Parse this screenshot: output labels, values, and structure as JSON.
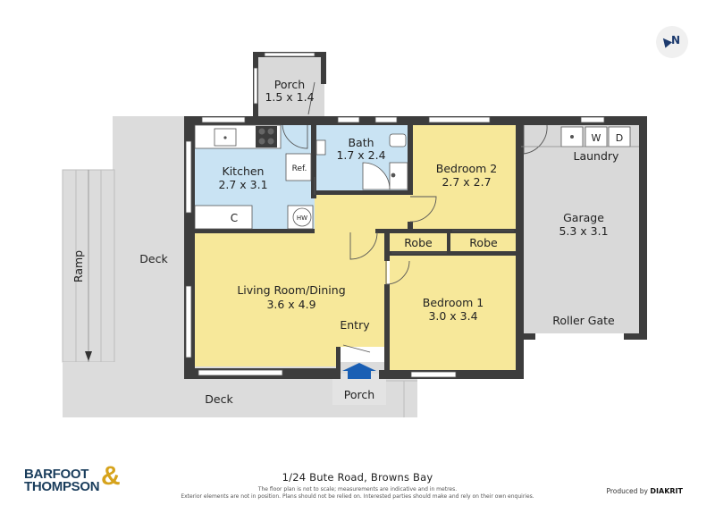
{
  "rooms": {
    "porch_top": {
      "name": "Porch",
      "dim": "1.5 x 1.4"
    },
    "bath": {
      "name": "Bath",
      "dim": "1.7 x 2.4"
    },
    "kitchen": {
      "name": "Kitchen",
      "dim": "2.7 x 3.1"
    },
    "bedroom2": {
      "name": "Bedroom 2",
      "dim": "2.7 x 2.7"
    },
    "laundry": {
      "name": "Laundry"
    },
    "garage": {
      "name": "Garage",
      "dim": "5.3 x 3.1"
    },
    "living": {
      "name": "Living Room/Dining",
      "dim": "3.6 x 4.9"
    },
    "bedroom1": {
      "name": "Bedroom 1",
      "dim": "3.0 x 3.4"
    },
    "entry": {
      "name": "Entry"
    },
    "porch_bottom": {
      "name": "Porch"
    },
    "robe_left": {
      "name": "Robe"
    },
    "robe_right": {
      "name": "Robe"
    },
    "roller_gate": {
      "name": "Roller Gate"
    },
    "deck_left": {
      "name": "Deck"
    },
    "deck_bottom": {
      "name": "Deck"
    },
    "ramp": {
      "name": "Ramp"
    }
  },
  "fixtures": {
    "ref": "Ref.",
    "hw": "HW",
    "cooktop": "C",
    "washer": "W",
    "dryer": "D"
  },
  "colors": {
    "yellow": "#f7e89a",
    "blue": "#c9e3f3",
    "grey": "#d9d9d9",
    "wall": "#3d3d3d",
    "entry_arrow": "#1a5fb4"
  },
  "footer": {
    "address": "1/24 Bute Road, Browns Bay",
    "note1": "The floor plan is not to scale; measurements are indicative and in metres.",
    "note2": "Exterior elements are not in position. Plans should not be relied on. Interested parties should make and rely on their own enquiries.",
    "brand_line1": "BARFOOT",
    "brand_line2": "THOMPSON",
    "brand_amp": "&",
    "produced_by": "Produced by",
    "produced_brand": "DIAKRIT"
  },
  "north": {
    "label": "N"
  }
}
